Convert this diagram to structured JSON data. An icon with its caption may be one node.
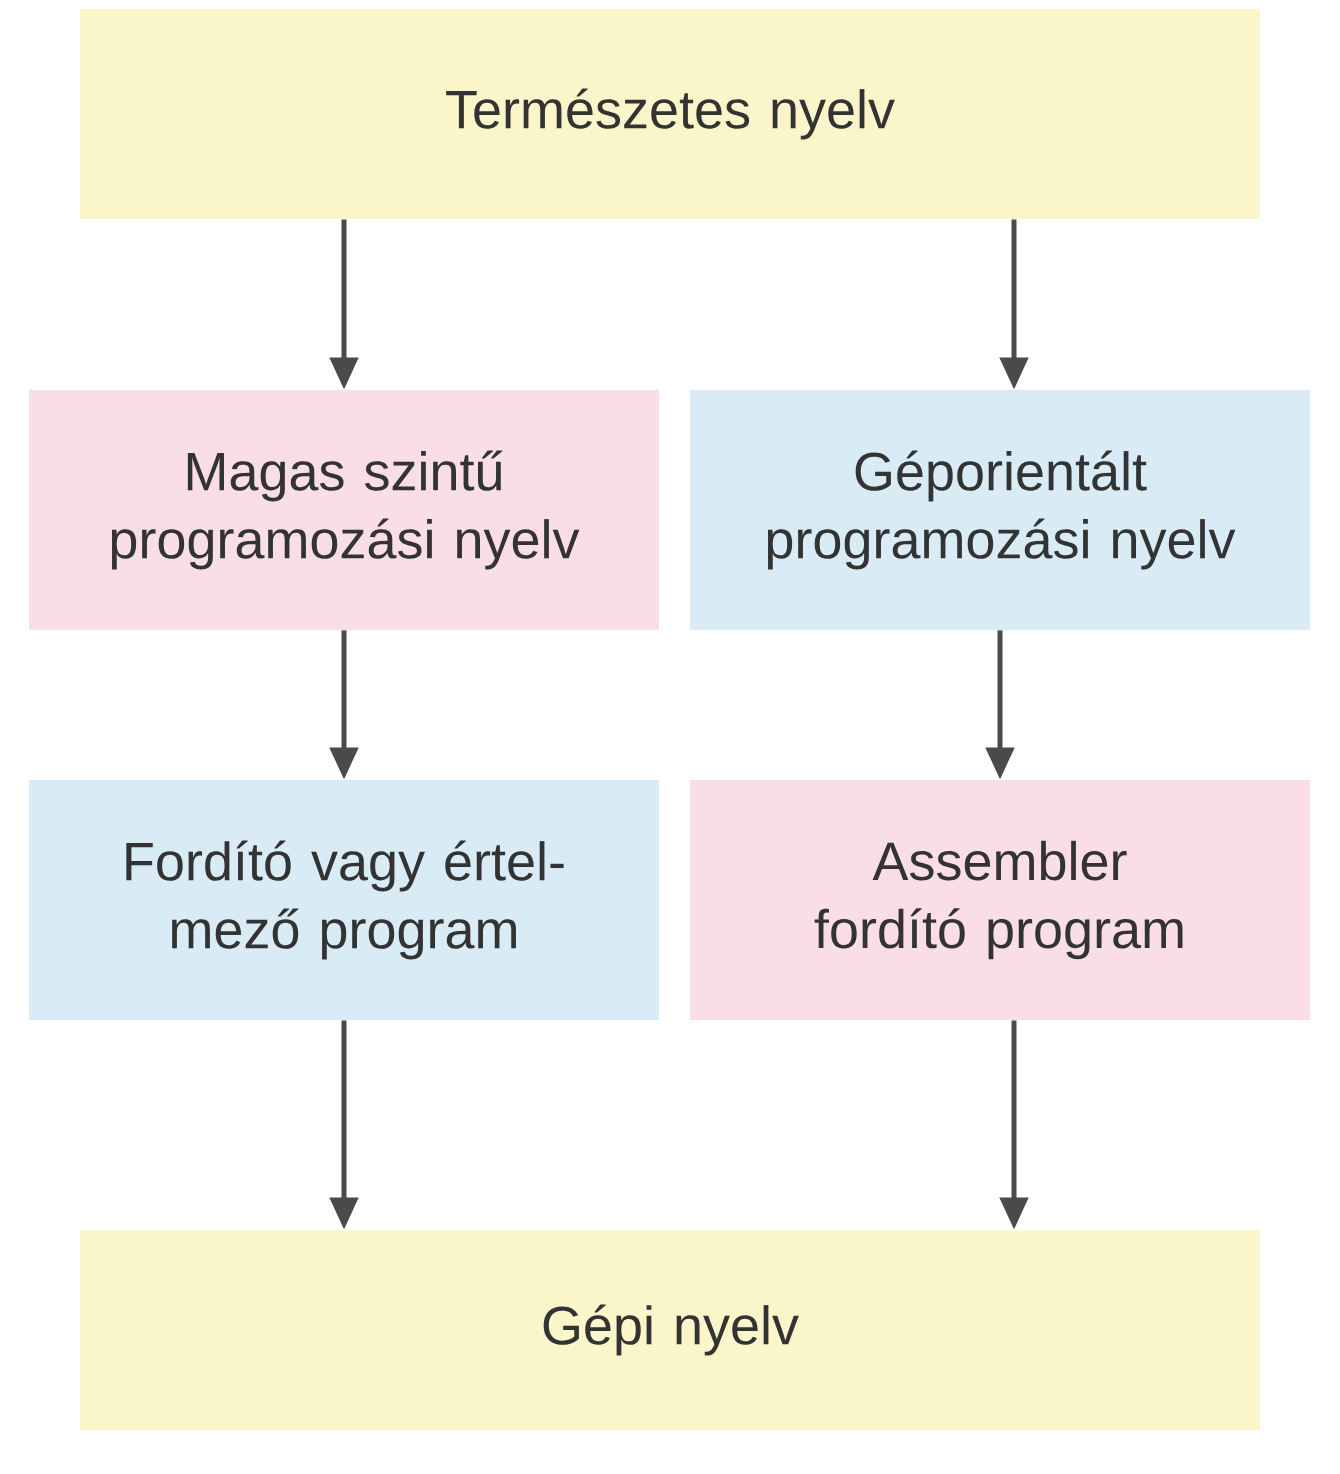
{
  "diagram": {
    "nodes": [
      {
        "text": [
          "Természetes nyelv"
        ]
      },
      {
        "text": [
          "Magas szintű programozási nyelv"
        ]
      },
      {
        "text": [
          "Géporientált programozási nyelv"
        ]
      },
      {
        "text": [
          "Fordító vagy értel- mező program"
        ]
      },
      {
        "text": [
          "Assembler fordító program"
        ]
      },
      {
        "text": [
          "Gépi nyelv"
        ]
      }
    ],
    "edges": [
      {
        "from": 0,
        "to": 1,
        "arrow": "to"
      },
      {
        "from": 0,
        "to": 2,
        "arrow": "to"
      },
      {
        "from": 1,
        "to": 3,
        "arrow": "to"
      },
      {
        "from": 2,
        "to": 4,
        "arrow": "to"
      },
      {
        "from": 3,
        "to": 5,
        "arrow": "to"
      },
      {
        "from": 4,
        "to": 5,
        "arrow": "to"
      }
    ]
  }
}
